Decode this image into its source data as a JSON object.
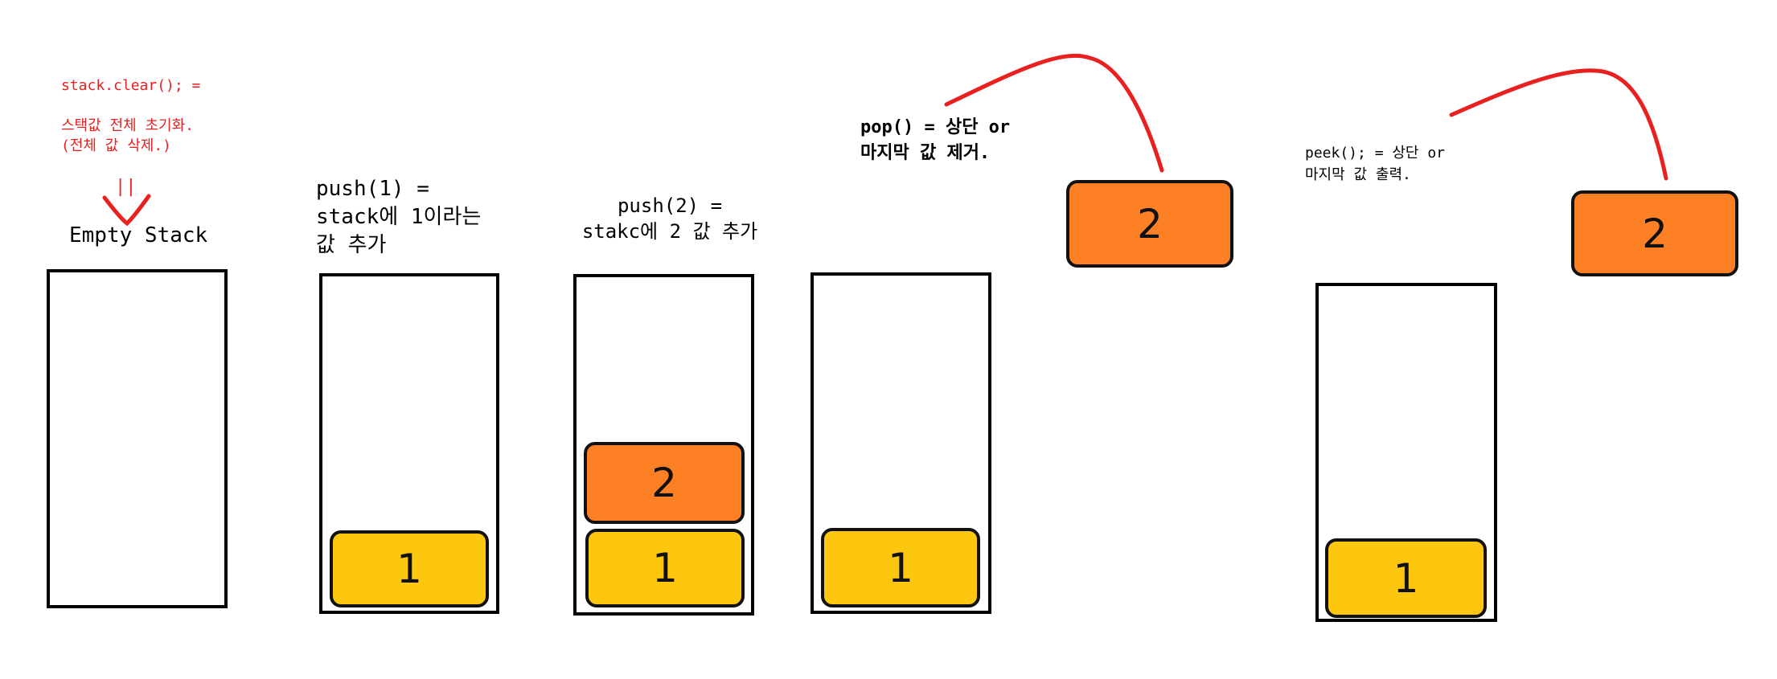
{
  "annotations": {
    "clear": "stack.clear(); =\n\n스택값 전체 초기화.\n(전체 값 삭제.)",
    "equals_mark": "||",
    "empty_stack": "Empty Stack",
    "push1": "push(1) =\nstack에 1이라는\n값 추가",
    "push2": "push(2) =\nstakc에 2 값 추가",
    "pop": "pop() = 상단 or\n마지막 값 제거.",
    "peek": "peek(); = 상단 or\n마지막 값 출력."
  },
  "items": {
    "push1_bottom": "1",
    "push2_top": "2",
    "push2_bottom": "1",
    "pop_bottom": "1",
    "pop_removed": "2",
    "peek_bottom": "1",
    "peek_shown": "2"
  },
  "colors": {
    "annotation_red": "#e8201f",
    "item_yellow": "#fdc70f",
    "item_orange": "#fd8024"
  }
}
